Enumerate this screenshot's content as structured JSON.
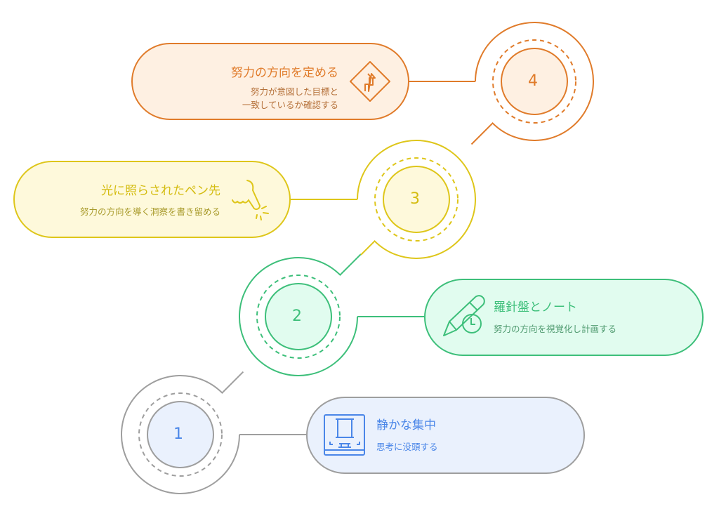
{
  "steps": [
    {
      "number": "1",
      "title": "静かな集中",
      "desc": "思考に没頭する",
      "icon": "meditation-frame-icon",
      "stroke": "#9e9e9e",
      "fill": "#eaf1fd",
      "text": "#4a86e8"
    },
    {
      "number": "2",
      "title": "羅針盤とノート",
      "desc": "努力の方向を視覚化し計画する",
      "icon": "pencil-clock-icon",
      "stroke": "#3dbf7a",
      "fill": "#e1fcef",
      "text": "#3dbf7a"
    },
    {
      "number": "3",
      "title": "光に照らされたペン先",
      "desc": "努力の方向を導く洞察を書き留める",
      "icon": "pen-tip-light-icon",
      "stroke": "#dec61a",
      "fill": "#fef9db",
      "text": "#d4bc10"
    },
    {
      "number": "4",
      "title": "努力の方向を定める",
      "desc_line1": "努力が意図した目標と",
      "desc_line2": "一致しているか確認する",
      "icon": "direction-sign-icon",
      "stroke": "#e07b2a",
      "fill": "#fef0e2",
      "text": "#e07b2a"
    }
  ]
}
